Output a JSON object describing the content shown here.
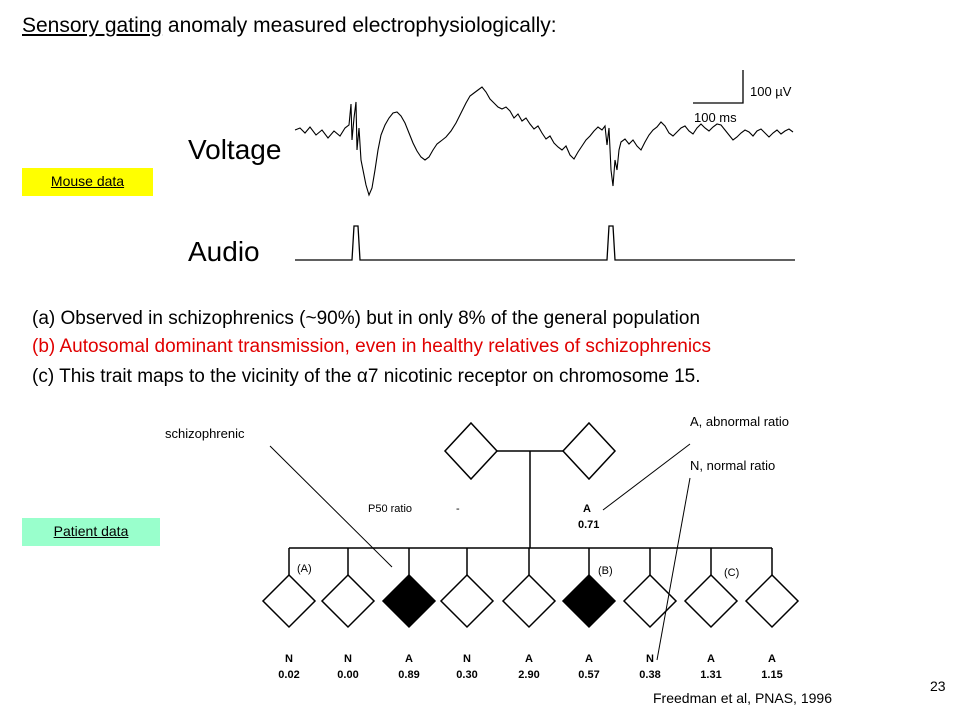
{
  "title": {
    "underlined": "Sensory gating",
    "rest": " anomaly measured electrophysiologically:"
  },
  "figure": {
    "voltage_label": "Voltage",
    "audio_label": "Audio",
    "scale_voltage": "100 µV",
    "scale_time": "100 ms"
  },
  "mouse_label": "Mouse data",
  "patient_label": "Patient data",
  "points": [
    "(a) Observed in schizophrenics (~90%) but in only 8% of the general population",
    "(b) Autosomal dominant transmission, even in healthy relatives of schizophrenics",
    "(c) This trait maps to the vicinity of the α7 nicotinic receptor on chromosome 15."
  ],
  "pedigree": {
    "p50_label": "P50 ratio",
    "dash": "-",
    "parent_letter": "A",
    "parent_value": "0.71",
    "group_labels": [
      "(A)",
      "(B)",
      "(C)"
    ],
    "children": [
      {
        "letter": "N",
        "value": "0.02",
        "affected": false
      },
      {
        "letter": "N",
        "value": "0.00",
        "affected": false
      },
      {
        "letter": "A",
        "value": "0.89",
        "affected": true
      },
      {
        "letter": "N",
        "value": "0.30",
        "affected": false
      },
      {
        "letter": "A",
        "value": "2.90",
        "affected": false
      },
      {
        "letter": "A",
        "value": "0.57",
        "affected": true
      },
      {
        "letter": "N",
        "value": "0.38",
        "affected": false
      },
      {
        "letter": "A",
        "value": "1.31",
        "affected": false
      },
      {
        "letter": "A",
        "value": "1.15",
        "affected": false
      }
    ]
  },
  "annotations": {
    "schizophrenic": "schizophrenic",
    "abnormal": "A, abnormal ratio",
    "normal": "N, normal ratio"
  },
  "citation": "Freedman et al, PNAS, 1996",
  "page_number": "23"
}
